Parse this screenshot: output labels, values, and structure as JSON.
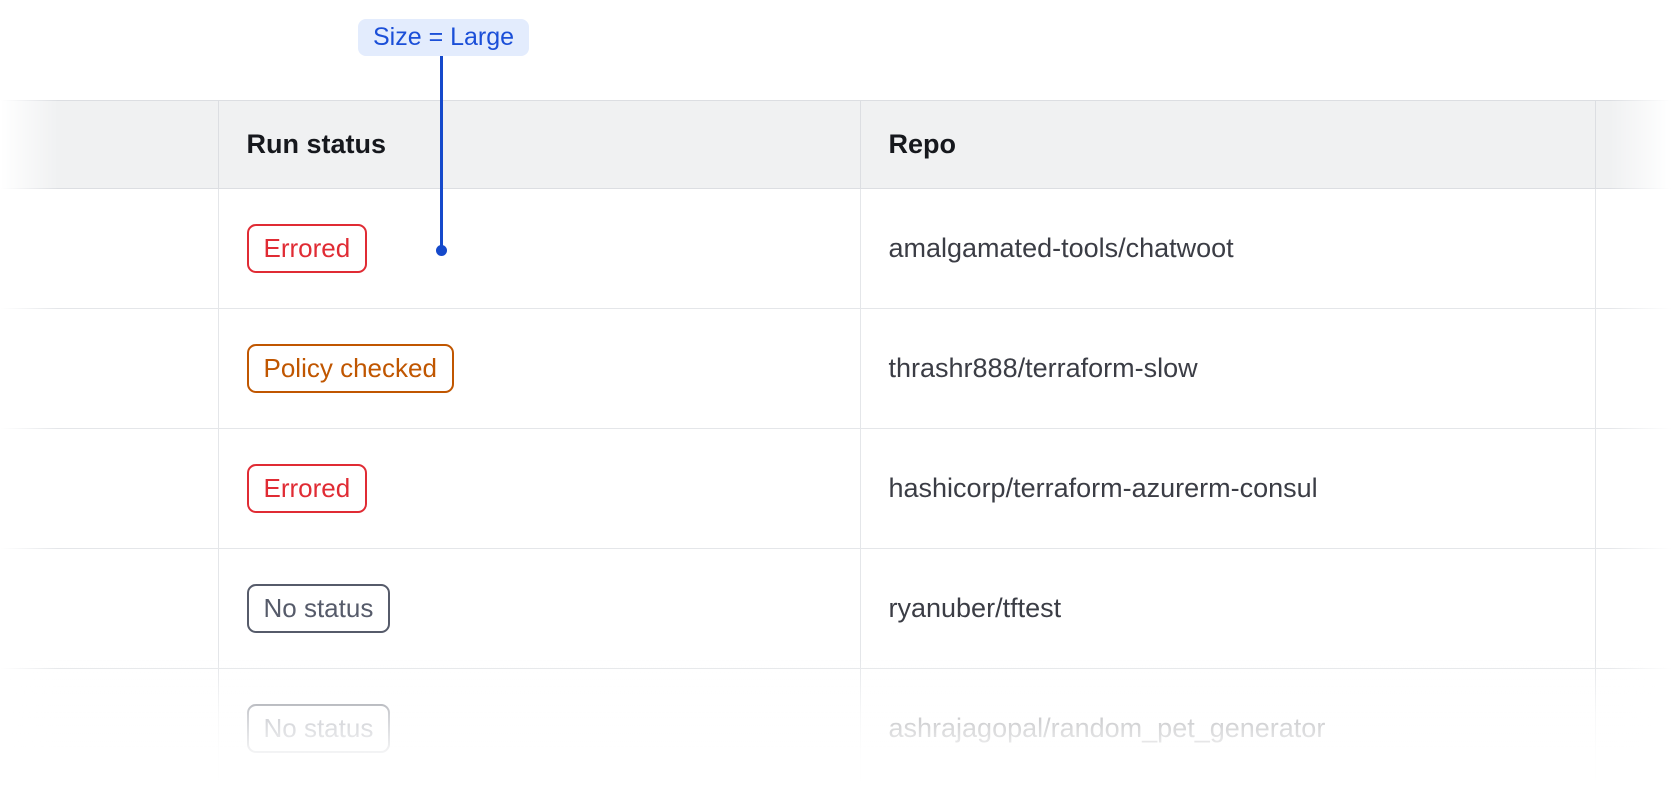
{
  "annotation": {
    "label": "Size = Large",
    "accent_color": "#1549cb",
    "label_bg_color": "#e3ecfd",
    "label_text_color": "#1b4fd8"
  },
  "table": {
    "columns": [
      {
        "key": "select",
        "label": ""
      },
      {
        "key": "run_status",
        "label": "Run status"
      },
      {
        "key": "repo",
        "label": "Repo"
      },
      {
        "key": "extra",
        "label": ""
      }
    ],
    "header_bg_color": "#f0f1f2",
    "rows": [
      {
        "status": "Errored",
        "status_variant": "errored",
        "status_color": "#e02b34",
        "repo": "amalgamated-tools/chatwoot"
      },
      {
        "status": "Policy checked",
        "status_variant": "policy-checked",
        "status_color": "#c05600",
        "repo": "thrashr888/terraform-slow"
      },
      {
        "status": "Errored",
        "status_variant": "errored",
        "status_color": "#e02b34",
        "repo": "hashicorp/terraform-azurerm-consul"
      },
      {
        "status": "No status",
        "status_variant": "no-status",
        "status_color": "#565b6a",
        "repo": "ryanuber/tftest"
      },
      {
        "status": "No status",
        "status_variant": "no-status",
        "status_color": "#565b6a",
        "repo": "ashrajagopal/random_pet_generator"
      }
    ]
  }
}
